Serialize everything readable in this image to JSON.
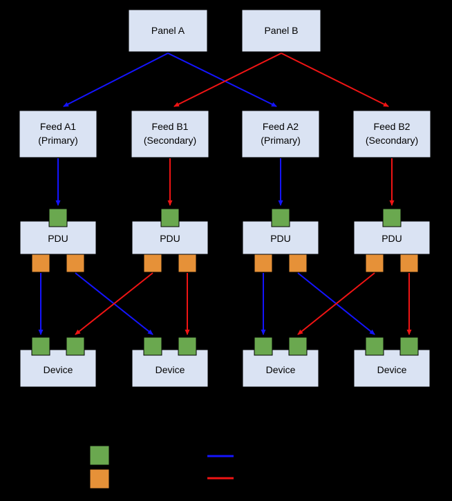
{
  "colors": {
    "background": "#000000",
    "node-fill": "#dae3f3",
    "node-border": "#000000",
    "text": "#000000",
    "green-port": "#6aa84f",
    "orange-port": "#e69138",
    "port-border": "#000000",
    "blue-line": "#1414ff",
    "red-line": "#f01414"
  },
  "nodes": {
    "panels": [
      {
        "label": "Panel A"
      },
      {
        "label": "Panel B"
      }
    ],
    "feeds": [
      {
        "name": "Feed A1",
        "role": "(Primary)"
      },
      {
        "name": "Feed B1",
        "role": "(Secondary)"
      },
      {
        "name": "Feed A2",
        "role": "(Primary)"
      },
      {
        "name": "Feed B2",
        "role": "(Secondary)"
      }
    ],
    "pdus": [
      {
        "label": "PDU"
      },
      {
        "label": "PDU"
      },
      {
        "label": "PDU"
      },
      {
        "label": "PDU"
      }
    ],
    "devices": [
      {
        "label": "Device"
      },
      {
        "label": "Device"
      },
      {
        "label": "Device"
      },
      {
        "label": "Device"
      }
    ]
  },
  "legend": {
    "swatches": [
      {
        "icon": "green-input-port-swatch"
      },
      {
        "icon": "orange-output-port-swatch"
      }
    ],
    "lines": [
      {
        "icon": "blue-primary-path-line"
      },
      {
        "icon": "red-secondary-path-line"
      }
    ]
  }
}
